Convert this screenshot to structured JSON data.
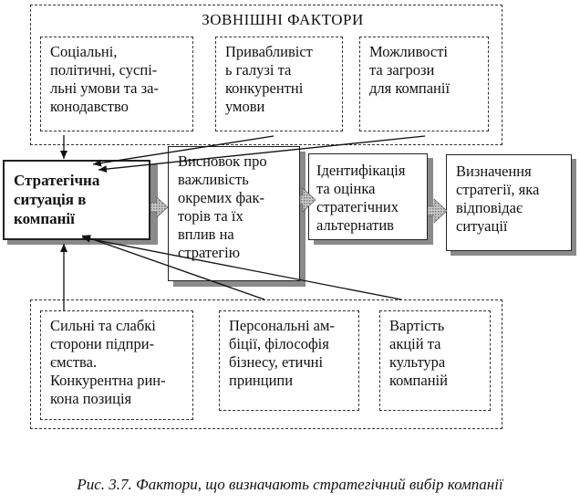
{
  "external_factors": {
    "title": "ЗОВНІШНІ ФАКТОРИ",
    "items": [
      "Соціальні, політичні, суспі-льні умови та за-конодавство",
      "Привабливіст ь галузі та конкурентні умови",
      "Можливості та загрози для компанії"
    ]
  },
  "strategic_situation": "Стратегічна ситуація в компанії",
  "conclusion": "Висновок про важливість окремих фак-торів та їх вплив на стратегію",
  "identification": "Ідентифікація та оцінка стратегічних альтернатив",
  "definition": "Визначення стратегії, яка відповідає ситуації",
  "internal_factors": {
    "items": [
      "Сильні та слабкі сторони підпри-ємства. Конкурентна рин-кона позиція",
      "Персональні ам-біції, філософія бізнесу, етичні принципи",
      "Вартість акцій та культура компаній"
    ]
  },
  "caption": "Рис. 3.7. Фактори, що визначають стратегічний вибір компанії"
}
